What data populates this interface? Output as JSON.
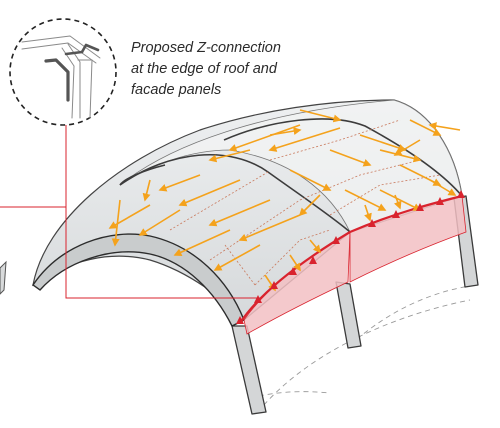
{
  "caption": {
    "lines": [
      "Proposed Z-connection",
      "at the edge of roof and",
      "facade panels"
    ]
  },
  "colors": {
    "arrow": "#f4a21c",
    "support_marker": "#d9232e",
    "leader_line": "#d9232e",
    "facade_fill": "#f3c6c8",
    "roof_fill": "#e2e4e5",
    "arch_edge": "#3c3c3c",
    "detail_circle": "#222222"
  },
  "icons": {
    "detail_callout": "dashed-circle-detail",
    "support": "red-triangle-marker",
    "load_path": "orange-arrow"
  }
}
